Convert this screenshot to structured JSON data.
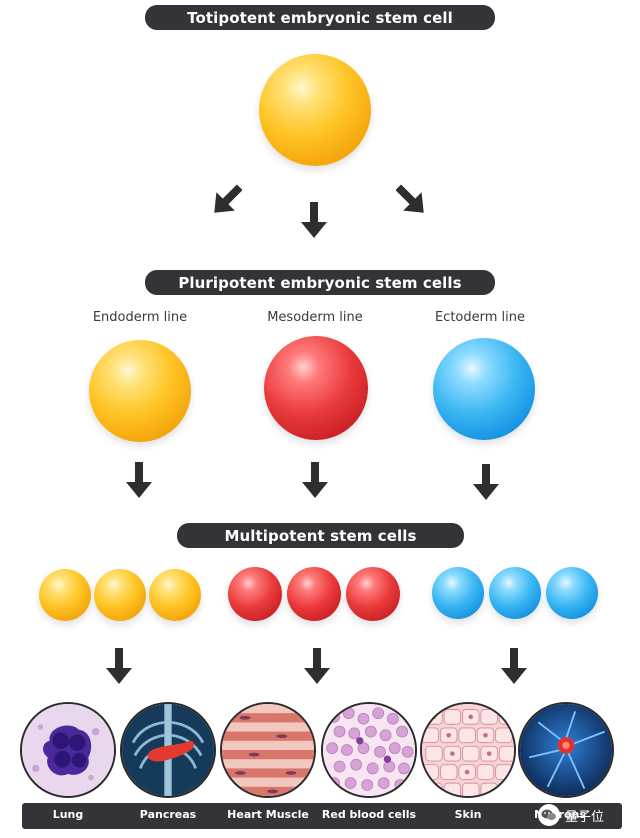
{
  "diagram": {
    "levels": [
      {
        "id": "totipotent",
        "title": "Totipotent embryonic stem cell"
      },
      {
        "id": "pluripotent",
        "title": "Pluripotent embryonic stem cells"
      },
      {
        "id": "multipotent",
        "title": "Multipotent stem cells"
      }
    ],
    "germ_lines": [
      {
        "label": "Endoderm line",
        "color": "#f9b418"
      },
      {
        "label": "Mesoderm line",
        "color": "#e0343a"
      },
      {
        "label": "Ectoderm line",
        "color": "#2aa6ea"
      }
    ],
    "cell_types": [
      {
        "label": "Lung",
        "icon": "lung-cell-micrograph-icon"
      },
      {
        "label": "Pancreas",
        "icon": "pancreas-xray-icon"
      },
      {
        "label": "Heart Muscle",
        "icon": "heart-muscle-tissue-icon"
      },
      {
        "label": "Red blood cells",
        "icon": "red-blood-cells-icon"
      },
      {
        "label": "Skin",
        "icon": "skin-tissue-icon"
      },
      {
        "label": "Neurons",
        "icon": "neuron-cell-icon"
      }
    ]
  },
  "watermark": {
    "text": "量子位",
    "icon": "wechat-icon"
  }
}
